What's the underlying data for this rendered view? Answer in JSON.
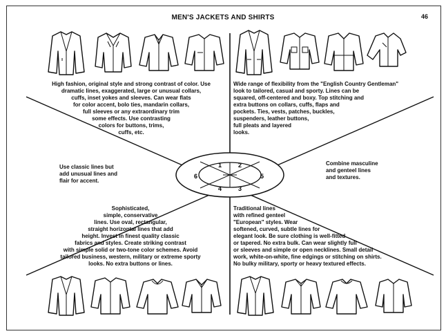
{
  "header": {
    "title": "MEN'S JACKETS AND SHIRTS",
    "page_number": "46"
  },
  "segments": {
    "s1_text": "High fashion, original style and strong contrast of color. Use\ndramatic lines, exaggerated, large or unusual collars,\ncuffs, inset yokes and sleeves. Can wear flats\nfor color accent, bolo ties, mandarin collars,\nfull sleeves or any extraordinary trim\nsome effects. Use contrasting\ncolors for buttons, trims,\ncuffs, etc.",
    "s2_text": "Wide range of flexibility from the \"English Country Gentleman\"\nlook to tailored, casual and sporty. Lines can be\nsquared, off-centered and boxy. Top stitching and\nextra buttons on collars, cuffs, flaps and\npockets. Ties, vests, patches, buckles,\nsuspenders, leather buttons,\nfull pleats and layered\nlooks.",
    "s3_text": "Traditional lines\nwith refined genteel\n\"European\" styles. Wear\nsoftened, curved, subtle lines for\nelegant look. Be sure clothing is well-fitted\nor tapered. No extra bulk. Can wear slightly full\nor sleeves and simple or open necklines. Small detail\nwork, white-on-white, fine edgings or stitching on shirts.\nNo bulky military, sporty or heavy textured effects.",
    "s4_text": "Sophisticated,\nsimple, conservative\nlines. Use oval, rectangular,\nstraight horizontal lines that add\nheight. Invest in finest quality classic\nfabrics and styles. Create striking contrast\nwith simple solid or two-tone color schemes. Avoid\ntailored business, western, military or extreme sporty\nlooks. No extra buttons or lines.",
    "s5_text": "Combine masculine\nand genteel lines\nand textures.",
    "s6_text": "Use classic lines but\nadd unusual lines and\nflair for accent."
  },
  "hub": {
    "n1": "1",
    "n2": "2",
    "n3": "3",
    "n4": "4",
    "n5": "5",
    "n6": "6"
  },
  "colors": {
    "ink": "#111111",
    "paper": "#ffffff"
  },
  "icons": [
    "jacket-icon",
    "shirt-icon",
    "blouse-icon"
  ]
}
